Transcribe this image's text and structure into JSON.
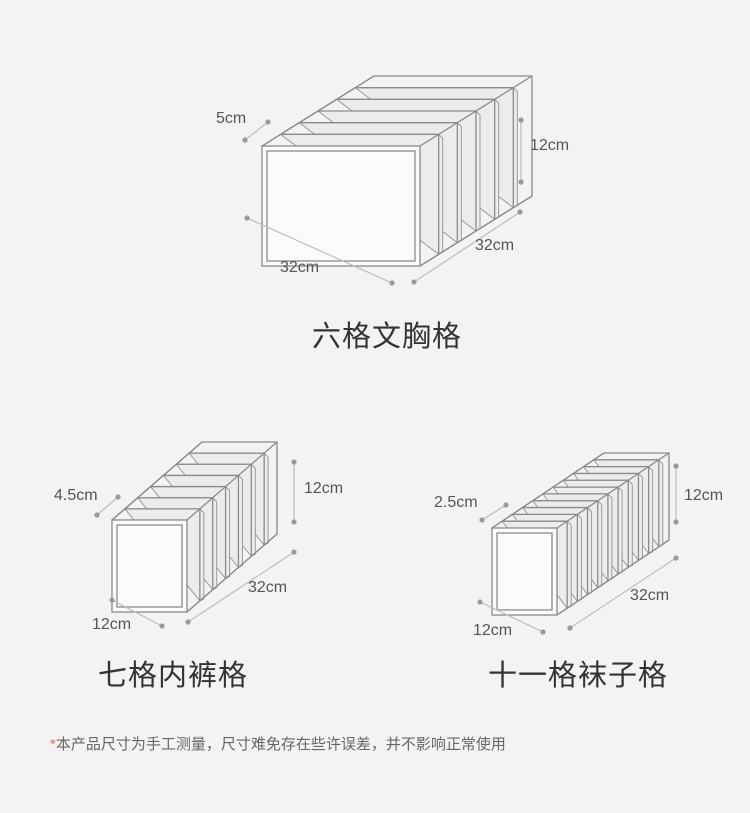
{
  "colors": {
    "background": "#f3f3f3",
    "line": "#8a8a8a",
    "note_star": "#e26b5a"
  },
  "organizers": [
    {
      "title": "六格文胸格",
      "compartments": 6,
      "compartment_label": "5cm",
      "height_label": "12cm",
      "depth_label": "32cm",
      "width_label": "32cm"
    },
    {
      "title": "七格内裤格",
      "compartments": 7,
      "compartment_label": "4.5cm",
      "height_label": "12cm",
      "depth_label": "32cm",
      "width_label": "12cm"
    },
    {
      "title": "十一格袜子格",
      "compartments": 11,
      "compartment_label": "2.5cm",
      "height_label": "12cm",
      "depth_label": "32cm",
      "width_label": "12cm"
    }
  ],
  "note": {
    "star": "*",
    "text": "本产品尺寸为手工测量，尺寸难免存在些许误差，并不影响正常使用"
  }
}
